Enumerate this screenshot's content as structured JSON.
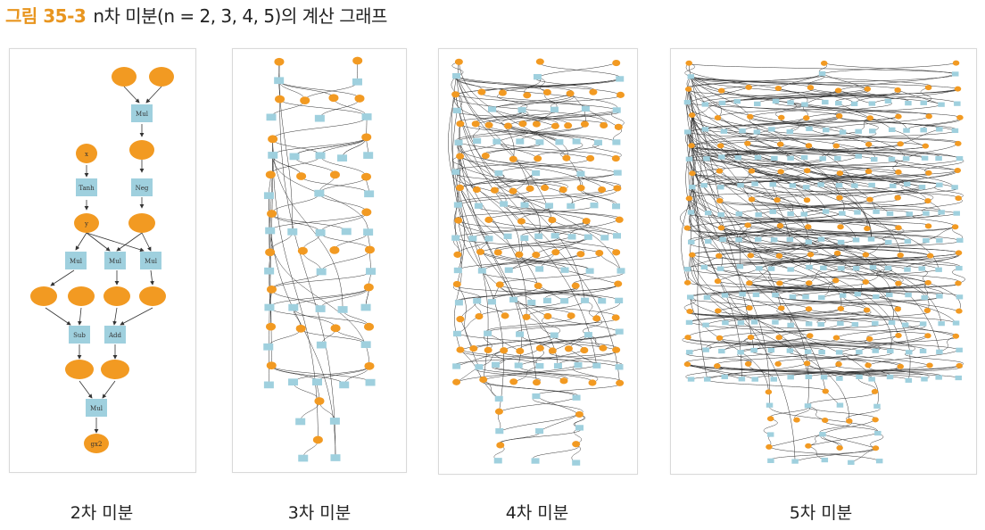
{
  "figure": {
    "number": "그림 35-3",
    "title": "n차 미분(n = 2, 3, 4, 5)의 계산 그래프"
  },
  "colors": {
    "variable_node": "#f29a22",
    "function_node": "#9fd0de",
    "accent": "#e8951f"
  },
  "panels": [
    {
      "caption": "2차 미분"
    },
    {
      "caption": "3차 미분"
    },
    {
      "caption": "4차 미분"
    },
    {
      "caption": "5차 미분"
    }
  ],
  "graph2": {
    "labels": {
      "mul1": "Mul",
      "x": "x",
      "tanh": "Tanh",
      "neg": "Neg",
      "y": "y",
      "mul2": "Mul",
      "mul3": "Mul",
      "mul4": "Mul",
      "sub": "Sub",
      "add": "Add",
      "mul5": "Mul",
      "gx2": "gx2"
    }
  }
}
